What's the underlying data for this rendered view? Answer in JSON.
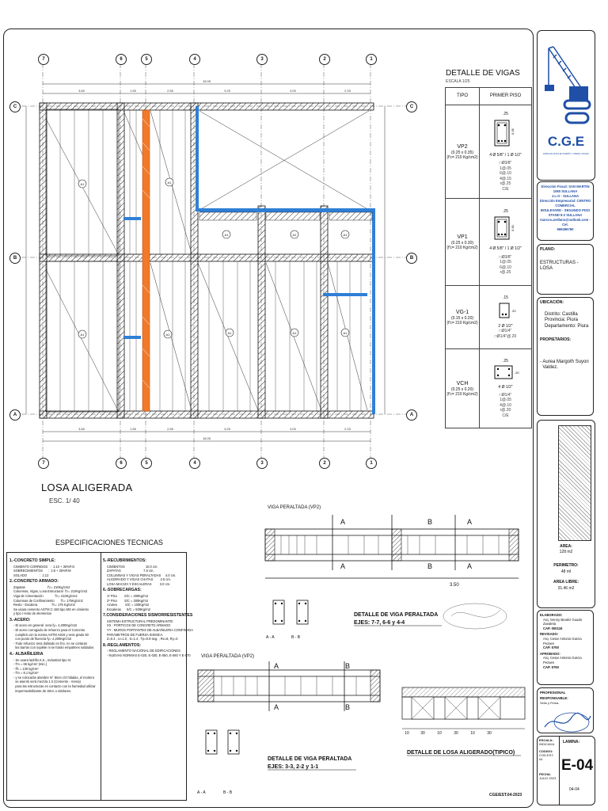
{
  "plan": {
    "title": "LOSA ALIGERADA",
    "scale": "ESC. 1/ 40",
    "axes_top": [
      "7",
      "6",
      "5",
      "4",
      "3",
      "2",
      "1"
    ],
    "axes_side": [
      "C",
      "B",
      "A"
    ],
    "spans_top": [
      "3.65",
      "1.55",
      "2.55",
      "3.25",
      "3.00",
      "2.33"
    ],
    "total_length": "18.05",
    "panel_label": "A1",
    "beam_labels": [
      "VP2",
      "VP1",
      "VG-1",
      "VCH"
    ]
  },
  "beam_detail": {
    "title": "DETALLE DE VIGAS",
    "scale": "ESCALA 1/25",
    "col_tipo": "TIPO",
    "col_piso": "PRIMER PISO",
    "rows": [
      {
        "name": "VP2",
        "dims": "(0.25 x 0.35)",
        "fc": "(f'c= 210 Kg/cm2)",
        "w": ".25",
        "h": "0.35",
        "steel": "4 Ø 5/8\" / 1 Ø 1/2\"",
        "stirrups": [
          "□Ø3/8\"",
          "1@.05",
          "6@.10",
          "4@.15",
          "r@.25",
          "C/E"
        ]
      },
      {
        "name": "VP1",
        "dims": "(0.25 x 0.30)",
        "fc": "(f'c= 210 Kg/cm2)",
        "w": ".25",
        "h": "0.30",
        "steel": "4 Ø 5/8\" / 1 Ø 1/2\"",
        "stirrups": [
          "□Ø3/8\"",
          "1@.05",
          "6@.10",
          "r@.25"
        ]
      },
      {
        "name": "VG-1",
        "dims": "(0.15 x 0.20)",
        "fc": "(f'c= 210 Kg/cm2)",
        "w": ".15",
        "h": ".20",
        "steel": "2 Ø 1/2\"",
        "stirrups": [
          "□Ø1/4\"",
          "□Ø1/4\"@.20"
        ]
      },
      {
        "name": "VCH",
        "dims": "(0.25 x 0.20)",
        "fc": "(f'c= 210 Kg/cm2)",
        "w": ".25",
        "h": ".20",
        "steel": "4 Ø 1/2\"",
        "stirrups": [
          "□Ø1/4\"",
          "1@.05",
          "4@.10",
          "r@.20",
          "C/E"
        ]
      }
    ]
  },
  "specs": {
    "title": "ESPECIFICACIONES TECNICAS",
    "left": [
      {
        "t": "1.-CONCRETO SIMPLE:",
        "b": true
      },
      {
        "t": "CIMIENTO CORRIDOS   :  1:10 + 30%P.G"
      },
      {
        "t": "SOBRECIMIENTOS      :  1:8 + 25%P.M"
      },
      {
        "t": "SOLADO              :  1:12"
      },
      {
        "t": "2.-CONCRETO ARMADO:",
        "b": true
      },
      {
        "t": "Zapatas                         f'c= 210Kg/cm2"
      },
      {
        "t": "Columnas, Vigas, Losa Estructural  f'c= 210Kg/cm2"
      },
      {
        "t": "Viga de Cimentación             f'c= 210Kg/cm2"
      },
      {
        "t": "Columnas de Confinamiento       f'c= 175Kg/cm2"
      },
      {
        "t": "Resto - Escalera                f'c= 175 Kg/cm2"
      },
      {
        "t": "Se usara cemento ASTM C-150 tipo MS en cimiento"
      },
      {
        "t": "y tipo I resto de elementos"
      },
      {
        "t": "3.-ACERO:",
        "b": true
      },
      {
        "t": "- El acero en general  sera fy= 4,200Kg/cm2"
      },
      {
        "t": "- El acero corrugado de refuerzo para el Concreto"
      },
      {
        "t": "  cumplirá con la norma ASTM A615 y sera grado 60"
      },
      {
        "t": "  con punto de fluencia fy= 4,200Kg/cm2"
      },
      {
        "t": "- Todo refuerzo sera doblado en frio, no se cortaran"
      },
      {
        "t": "  las barras con soplete ni se harán empalmes soldados"
      },
      {
        "t": "4.- ALBAÑILERIA",
        "b": true
      },
      {
        "t": "- Se usara ladrillo K.K., Industrial tipo IV."
      },
      {
        "t": "- f'm = 65 kg/cm² (min.)"
      },
      {
        "t": "- f'b = 130 kg/cm²"
      },
      {
        "t": "- f'm = 8.1 kg/cm²"
      },
      {
        "t": "- y se colocarán alambre N° 8mm c/3 hiladas, el mortero"
      },
      {
        "t": "  se asentó será mezcla 1:4 (Cemento - Arena)"
      },
      {
        "t": "  para las estructuras en contacto con la humedad utilizar"
      },
      {
        "t": "  impermeabilizante de SIKA o similares."
      }
    ],
    "right": [
      {
        "t": "5.-RECUBRIMIENTOS:",
        "b": true
      },
      {
        "t": "CIMIENTOS                       10.0 cm."
      },
      {
        "t": "ZAPATAS                         7.5 cm."
      },
      {
        "t": "COLUMNAS Y VIGAS PERALTADAS     4.0 cm."
      },
      {
        "t": "ALIGERADO Y VIGAS CHATAS        2.5 cm."
      },
      {
        "t": "LOSA MACIZA Y ESCALERAS         3.0 cm."
      },
      {
        "t": "6.-SOBRECARGAS:",
        "b": true
      },
      {
        "t": "1º Piso        S/C = 200Kg/m2"
      },
      {
        "t": "2º Piso        S/C = 200Kg/m2"
      },
      {
        "t": "Azotea         S/C = 100Kg/m2"
      },
      {
        "t": "Escaleras      S/C = 500Kg/m2"
      },
      {
        "t": "7.CONSIDERACIONES SISMORRESISTENTES",
        "b": true
      },
      {
        "t": "SISTEMA ESTRUCTURAL PREDOMINANTE:"
      },
      {
        "t": "XX : PORTICOS DE CONCRETO ARMADO"
      },
      {
        "t": "YY : MUROS PORTANTES DE ALBAÑILERIA CONFINADA"
      },
      {
        "t": "PARAMETROS DE FUERZA SISMICA"
      },
      {
        "t": "Z=0.4 , U=1.0 , S=1.4 , Tp=0.9 seg. , Rx=8, Ry=3"
      },
      {
        "t": "8.-REGLAMENTOS:",
        "b": true
      },
      {
        "t": "- REGLAMENTO NACIONAL DE EDIFICACIONES"
      },
      {
        "t": "- NUEVAS NORMAS E-020, E-030, E-050, E-060 Y E-070"
      }
    ]
  },
  "details": {
    "vp2_title": "VIGA PERALTADA (VP2)",
    "vp2_b_title": "VIGA PERALTADA (VP2)",
    "span_350": "3.50",
    "cut_A": "A",
    "cut_B": "B",
    "sec_aa": "A - A",
    "sec_bb": "B - B",
    "det1_title": "DETALLE DE VIGA PERALTADA",
    "det1_sub": "EJES: 7-7, 6-6 y 4-4",
    "det2_title": "DETALLE DE VIGA PERALTADA",
    "det2_sub": "EJES: 3-3, 2-2 y 1-1",
    "losa_title": "DETALLE DE LOSA ALIGERADO(TIPICO)",
    "losa_dims": [
      "10",
      "30",
      "10",
      "30",
      "10",
      "30"
    ],
    "sheet_code": "CGE/EST.04-2023"
  },
  "titleblock": {
    "logo_text": "C.G.E",
    "logo_sub": "ESPECIALISTAS EN DISEÑO Y OBRAS CIVILES",
    "company": [
      "Dirección Fiscal: SAN MARTIN 1060 SULLANA",
      "J.L.O - SULLANA",
      "Dirección Empresarial: CENTRO COMERCIAL",
      "BOULEVARD - SEGUNDO PISO STAND 8-2 SULLANA",
      "marcos.arellano@outlook.com  - Cel.",
      "969496760"
    ],
    "plano_label": "PLANO:",
    "plano": "ESTRUCTURAS - LOSA",
    "ubicacion_label": "UBICACIÓN:",
    "ubicacion": [
      "Distrito: Castilla",
      "Provincia: Piura",
      "Departamento: Piura"
    ],
    "propietarios_label": "PROPIETARIOS:",
    "propietarios": [
      "- Aurea Margoth Suyon",
      "  Valdez."
    ],
    "area_label": "AREA:",
    "area": "128 m2",
    "perimetro_label": "PERIMETRO:",
    "perimetro": "48 ml",
    "area_libre_label": "AREA LIBRE:",
    "area_libre": "31.46 m2",
    "elaborado_label": "ELABORADO:",
    "elaborado": [
      "Arq. Genny Beatriz Guado Zavaleta",
      "CAP. 000115"
    ],
    "revisado_label": "REVISADO:",
    "revisado": [
      "Arq. Cesar Antonio Garcia Pezaen",
      "CAP. 5750"
    ],
    "aprobado_label": "APROBADO:",
    "aprobado": [
      "Arq. Cesar Antonio Garcia Pezaen",
      "CAP. 5750"
    ],
    "profesional_label": "PROFESIONAL RESPONSABLE:",
    "profesional_sub": "Sello y Firma.",
    "escala_label": "ESCALA:",
    "escala": "INDICADA",
    "codigo_label": "CODIGO:",
    "codigo": "COD.EST-04",
    "fecha_label": "FECHA:",
    "fecha": "JULIO 2023",
    "lamina_label": "LAMINA:",
    "lamina": "E-04",
    "lamina_sub": "04-04"
  },
  "colors": {
    "beam_blue": "#2f7fd6",
    "highlight_orange": "#f07a2a",
    "ink": "#1a1a1a",
    "logo_blue": "#1f4fa6"
  }
}
